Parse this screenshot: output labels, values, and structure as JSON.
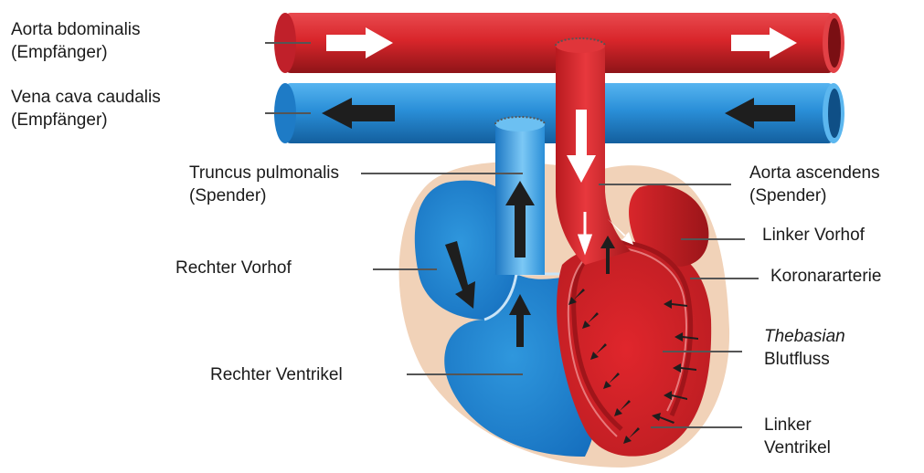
{
  "labels": {
    "aorta_abdominalis": {
      "line1": "Aorta bdominalis",
      "line2": "(Empfänger)"
    },
    "vena_cava": {
      "line1": "Vena cava caudalis",
      "line2": "(Empfänger)"
    },
    "truncus": {
      "line1": "Truncus pulmonalis",
      "line2": "(Spender)"
    },
    "aorta_ascendens": {
      "line1": "Aorta ascendens",
      "line2": "(Spender)"
    },
    "linker_vorhof": "Linker Vorhof",
    "rechter_vorhof": "Rechter Vorhof",
    "koronararterie": "Koronararterie",
    "thebasian": {
      "line1": "Thebasian",
      "line2": "Blutfluss"
    },
    "rechter_ventrikel": "Rechter Ventrikel",
    "linker_ventrikel": {
      "line1": "Linker",
      "line2": "Ventrikel"
    }
  },
  "colors": {
    "artery_red": "#d9262b",
    "artery_dark": "#9e1b1f",
    "vein_blue": "#2a8fd8",
    "vein_dark": "#1565a8",
    "pericardium": "#f1d2b8",
    "arrow_white": "#ffffff",
    "arrow_dark": "#1e1e1e"
  },
  "icons": [
    "flow-arrow-icon"
  ]
}
